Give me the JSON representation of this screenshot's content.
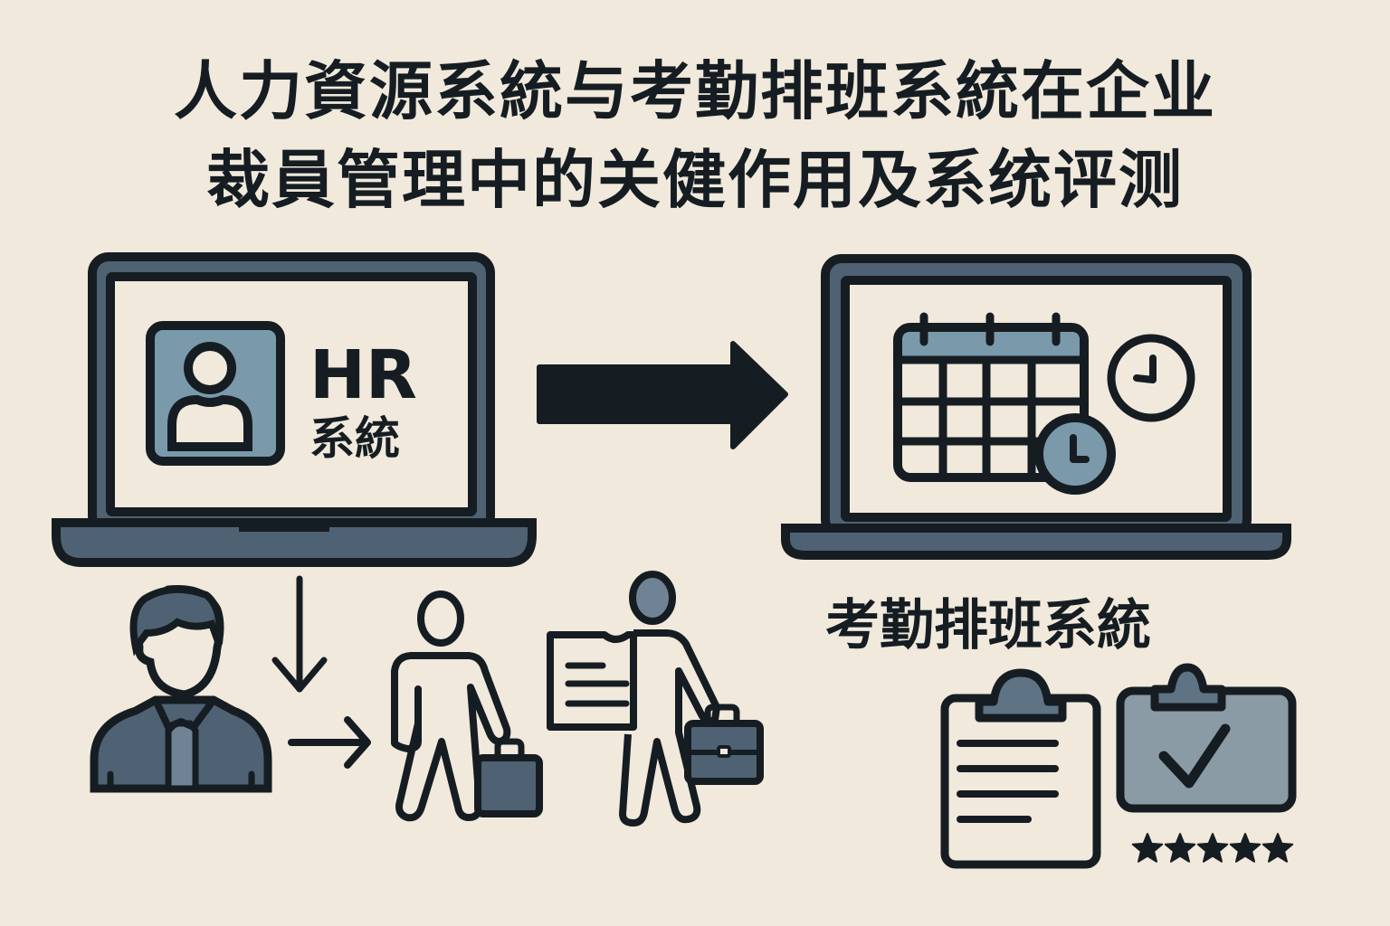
{
  "title": {
    "line1": "人力資源系統与考勤排班系統在企业",
    "line2": "裁員管理中的关健作用及系统评测"
  },
  "hr_laptop": {
    "label_top": "HR",
    "label_bottom": "系統",
    "icon": "user-profile-icon"
  },
  "flow_arrow": {
    "icon": "arrow-right-icon"
  },
  "attendance_laptop": {
    "icons": [
      "calendar-icon",
      "clock-icon",
      "small-clock-icon"
    ]
  },
  "attendance_label": "考勤排班系統",
  "people": {
    "employee": "employee-icon",
    "down_arrow": "arrow-down-icon",
    "right_arrow": "arrow-right-icon",
    "leaving_person": "person-with-briefcase-icon",
    "leaving_person_with_notice": "person-with-document-and-briefcase-icon"
  },
  "evaluation": {
    "clipboard_list": "clipboard-list-icon",
    "clipboard_check": "clipboard-check-icon",
    "rating_stars": 5,
    "rating_max": 5
  },
  "colors": {
    "background": "#f0e9dc",
    "ink": "#161d22",
    "slate": "#4f6273",
    "steel_blue": "#7a9aab",
    "gray_blue": "#8a9ba6"
  }
}
